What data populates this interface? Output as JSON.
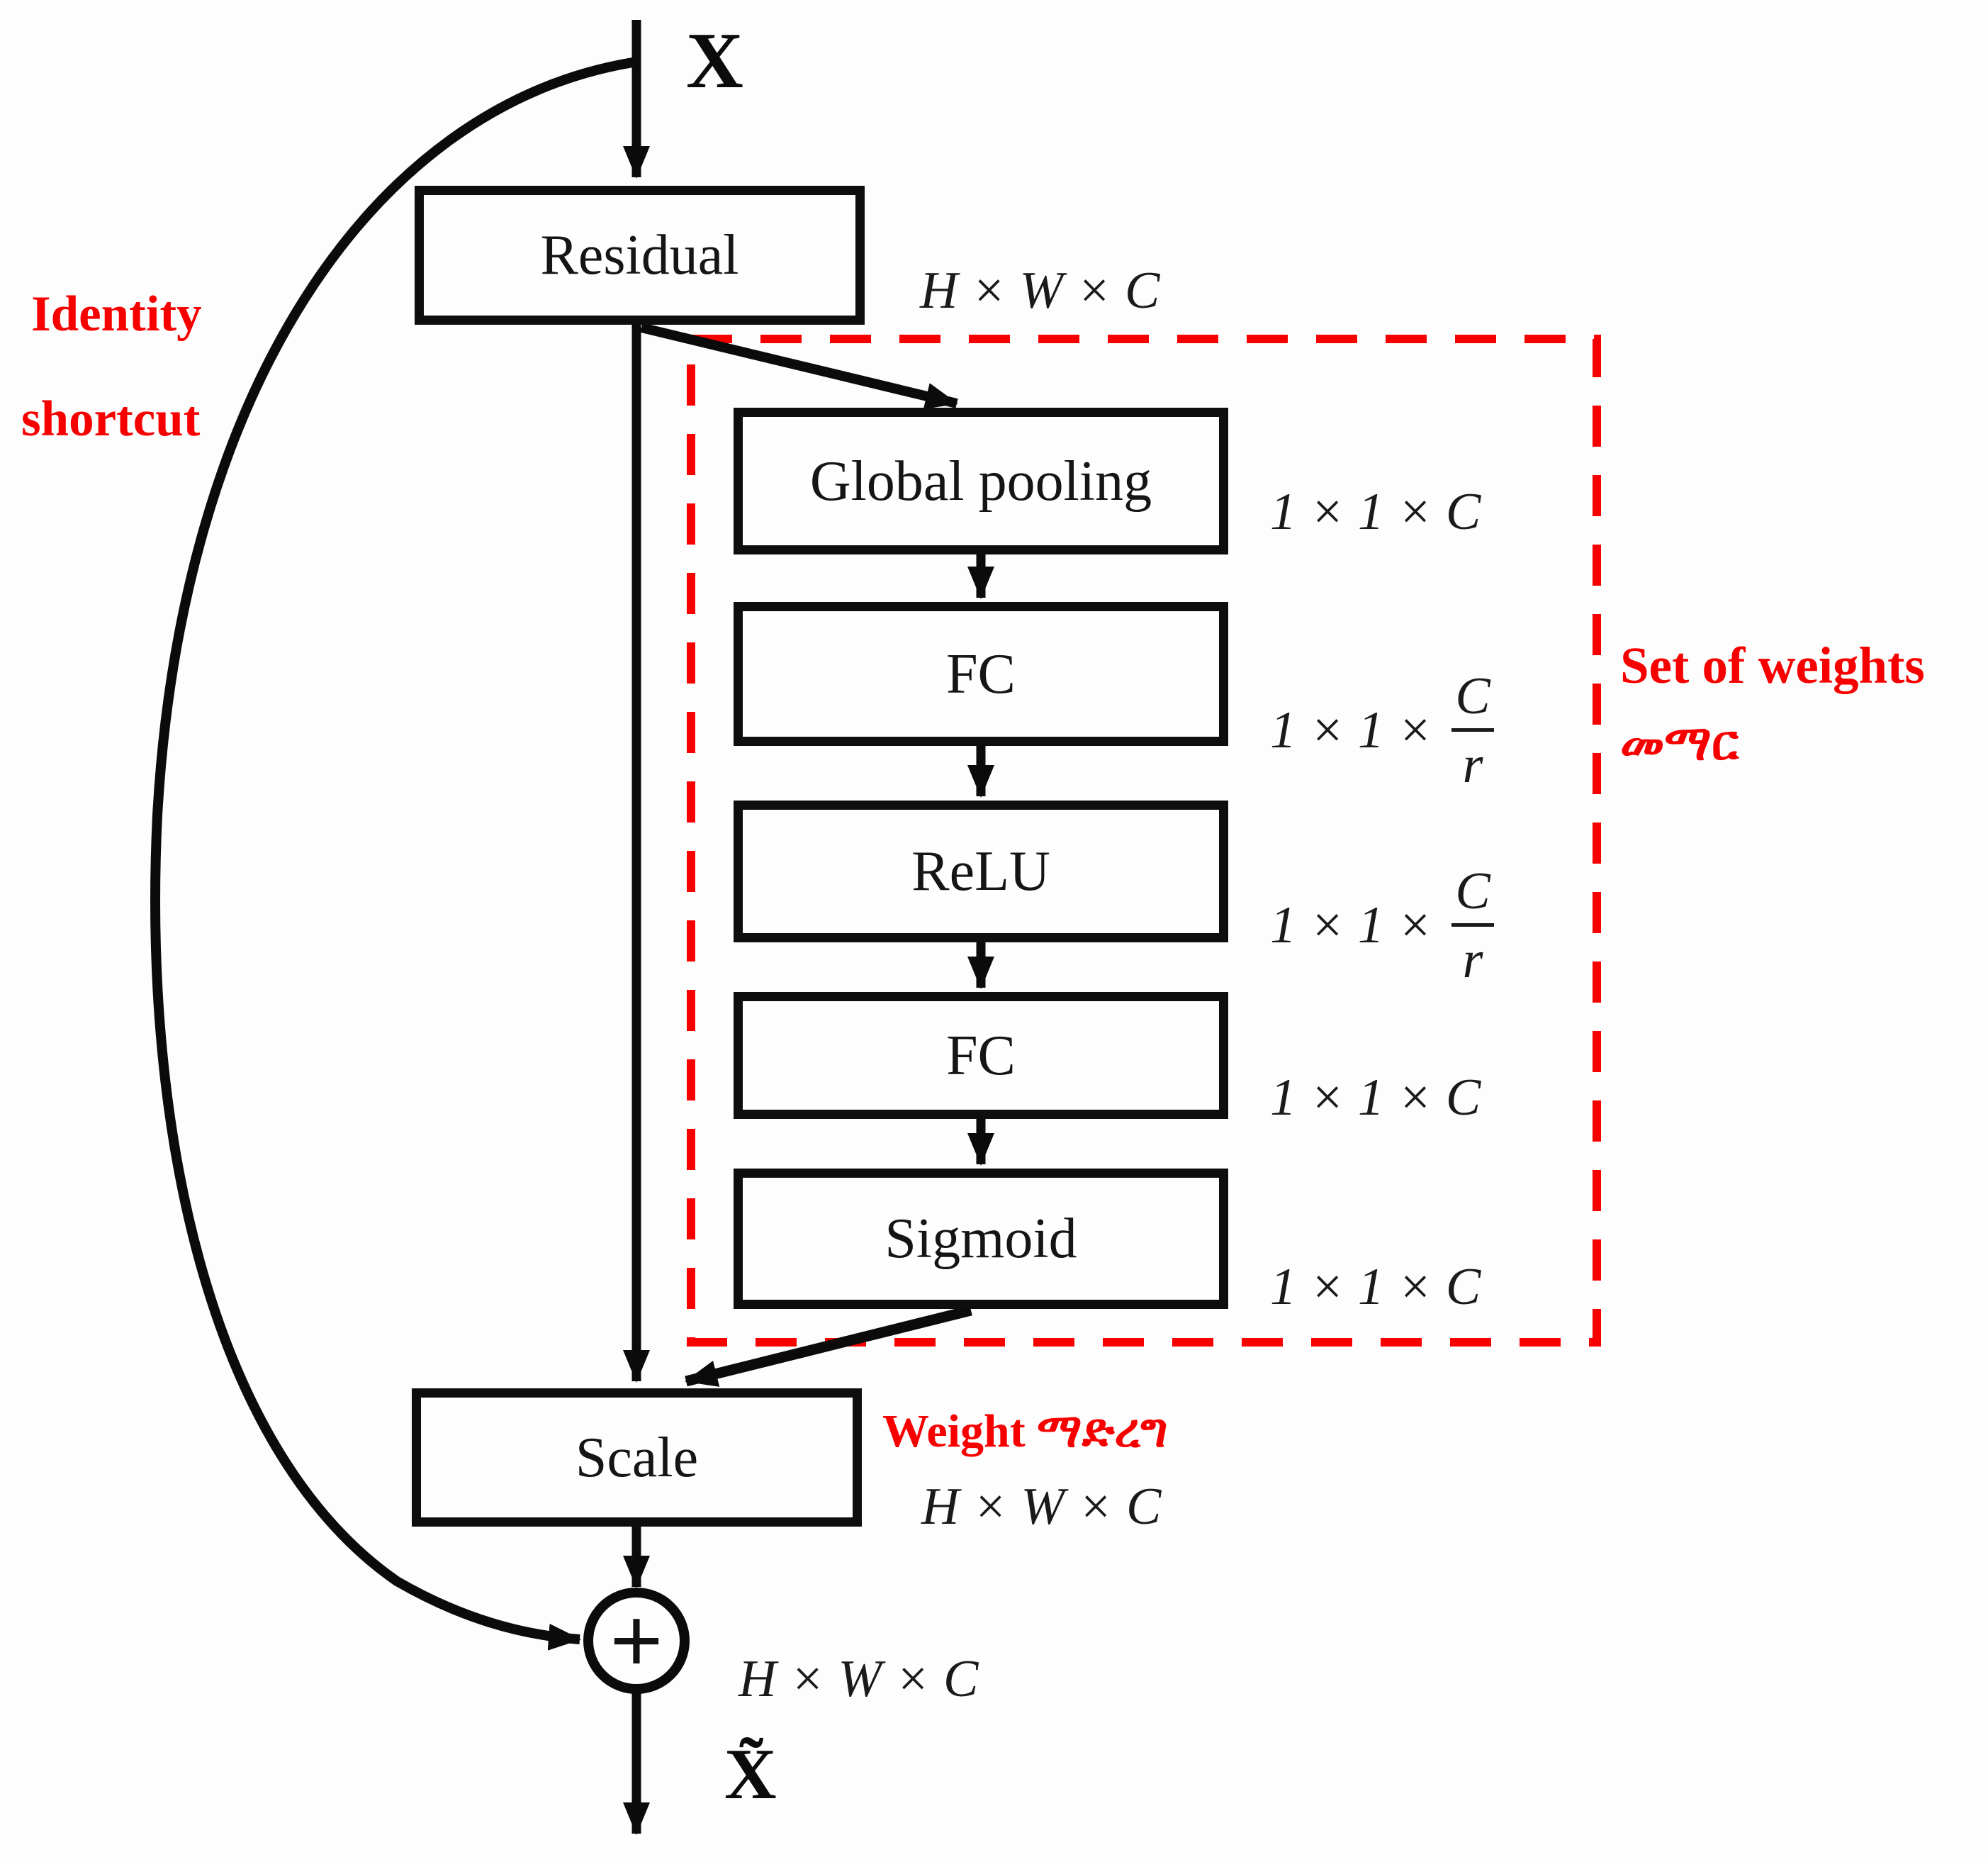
{
  "colors": {
    "annotation_red": "#f70000",
    "ink_black": "#111111",
    "box_fill": "#fefefe"
  },
  "labels": {
    "input_tensor": "X",
    "output_tensor": "X̃",
    "identity_line1": "Identity",
    "identity_line2": "shortcut",
    "set_of_weights_line1": "Set of weights",
    "set_of_weights_line2": "መማር",
    "weight_annotation": "Weight ማድረግ"
  },
  "nodes": {
    "residual": {
      "label": "Residual",
      "dim": "H × W × C"
    },
    "global_pooling": {
      "label": "Global pooling",
      "dim": "1 × 1 × C"
    },
    "fc1": {
      "label": "FC",
      "dim_prefix": "1 × 1 ×",
      "dim_numerator": "C",
      "dim_denominator": "r"
    },
    "relu": {
      "label": "ReLU",
      "dim_prefix": "1 × 1 ×",
      "dim_numerator": "C",
      "dim_denominator": "r"
    },
    "fc2": {
      "label": "FC",
      "dim": "1 × 1 × C"
    },
    "sigmoid": {
      "label": "Sigmoid",
      "dim": "1 × 1 × C"
    },
    "scale": {
      "label": "Scale",
      "dim": "H × W × C"
    },
    "sum": {
      "operator": "+",
      "dim": "H × W × C"
    }
  }
}
